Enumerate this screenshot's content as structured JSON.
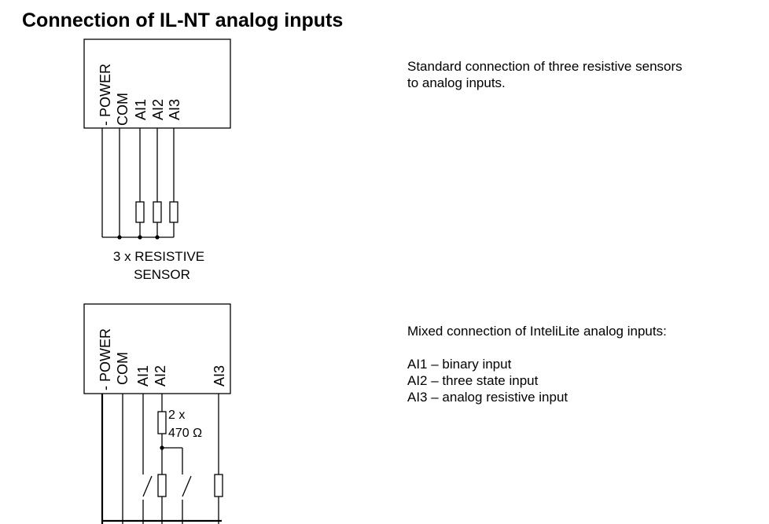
{
  "title": "Connection of IL-NT analog inputs",
  "diagram1": {
    "pins": [
      "- POWER",
      "COM",
      "AI1",
      "AI2",
      "AI3"
    ],
    "caption_line1": "3 x RESISTIVE",
    "caption_line2": "SENSOR",
    "description_lines": [
      "Standard connection of three resistive sensors",
      "to analog inputs."
    ]
  },
  "diagram2": {
    "pins": [
      "- POWER",
      "COM",
      "AI1",
      "AI2",
      "AI3"
    ],
    "resistor_label_line1": "2 x",
    "resistor_label_line2": "470 Ω",
    "description_title": "Mixed connection of InteliLite analog inputs:",
    "description_items": [
      "AI1 – binary input",
      "AI2 – three state input",
      "AI3 – analog resistive input"
    ]
  }
}
